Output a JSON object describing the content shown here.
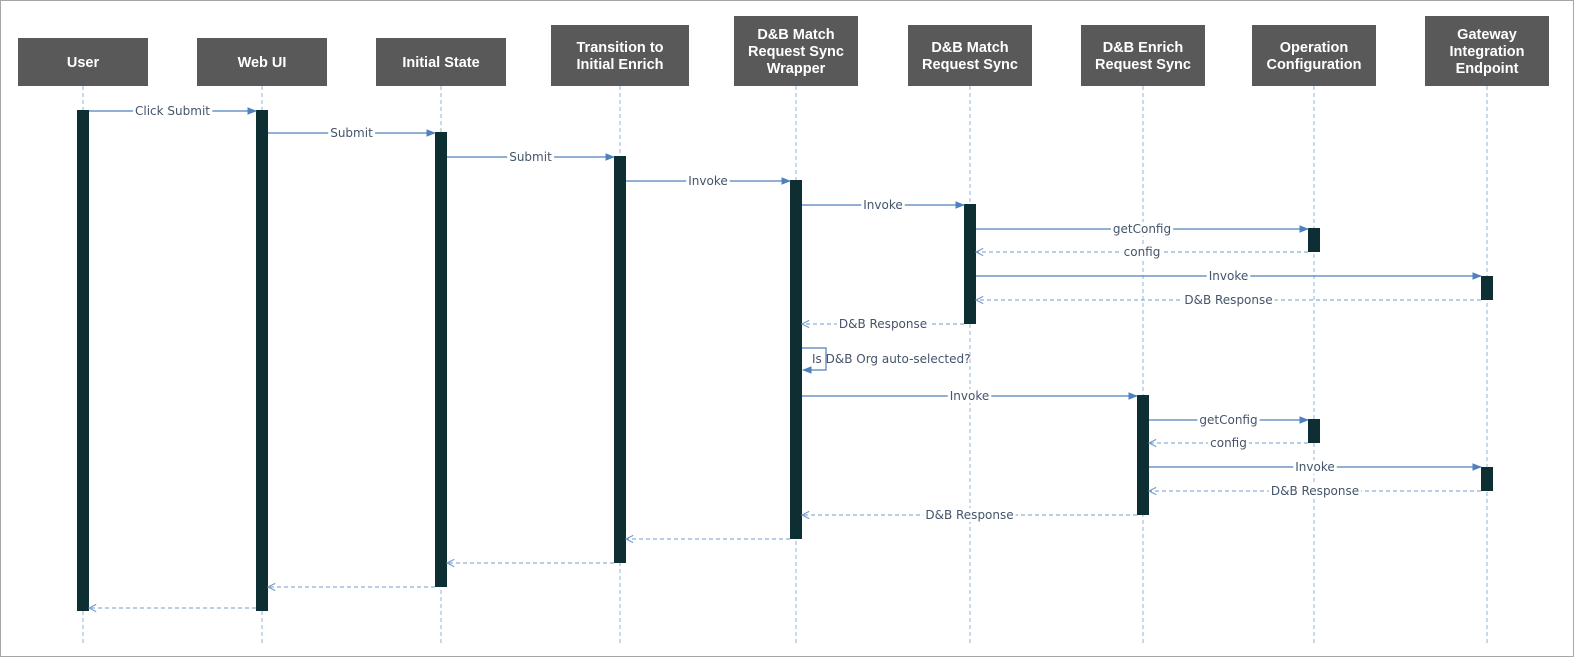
{
  "actors": [
    {
      "id": "user",
      "lines": [
        "User"
      ]
    },
    {
      "id": "webui",
      "lines": [
        "Web UI"
      ]
    },
    {
      "id": "initial",
      "lines": [
        "Initial State"
      ]
    },
    {
      "id": "transition",
      "lines": [
        "Transition to",
        "Initial Enrich"
      ]
    },
    {
      "id": "wrapper",
      "lines": [
        "D&B Match",
        "Request Sync",
        "Wrapper"
      ]
    },
    {
      "id": "match",
      "lines": [
        "D&B Match",
        "Request Sync"
      ]
    },
    {
      "id": "enrich",
      "lines": [
        "D&B Enrich",
        "Request Sync"
      ]
    },
    {
      "id": "opconfig",
      "lines": [
        "Operation",
        "Configuration"
      ]
    },
    {
      "id": "gateway",
      "lines": [
        "Gateway",
        "Integration",
        "Endpoint"
      ]
    }
  ],
  "messages": [
    {
      "id": "m1",
      "from": "user",
      "to": "webui",
      "label": "Click Submit",
      "kind": "call"
    },
    {
      "id": "m2",
      "from": "webui",
      "to": "initial",
      "label": "Submit",
      "kind": "call"
    },
    {
      "id": "m3",
      "from": "initial",
      "to": "transition",
      "label": "Submit",
      "kind": "call"
    },
    {
      "id": "m4",
      "from": "transition",
      "to": "wrapper",
      "label": "Invoke",
      "kind": "call"
    },
    {
      "id": "m5",
      "from": "wrapper",
      "to": "match",
      "label": "Invoke",
      "kind": "call"
    },
    {
      "id": "m6",
      "from": "match",
      "to": "opconfig",
      "label": "getConfig",
      "kind": "call"
    },
    {
      "id": "m7",
      "from": "opconfig",
      "to": "match",
      "label": "config",
      "kind": "return"
    },
    {
      "id": "m8",
      "from": "match",
      "to": "gateway",
      "label": "Invoke",
      "kind": "call"
    },
    {
      "id": "m9",
      "from": "gateway",
      "to": "match",
      "label": "D&B Response",
      "kind": "return"
    },
    {
      "id": "m10",
      "from": "match",
      "to": "wrapper",
      "label": "D&B Response",
      "kind": "return"
    },
    {
      "id": "m11",
      "from": "wrapper",
      "to": "wrapper",
      "label": "Is D&B Org auto-selected?",
      "kind": "self"
    },
    {
      "id": "m12",
      "from": "wrapper",
      "to": "enrich",
      "label": "Invoke",
      "kind": "call"
    },
    {
      "id": "m13",
      "from": "enrich",
      "to": "opconfig",
      "label": "getConfig",
      "kind": "call"
    },
    {
      "id": "m14",
      "from": "opconfig",
      "to": "enrich",
      "label": "config",
      "kind": "return"
    },
    {
      "id": "m15",
      "from": "enrich",
      "to": "gateway",
      "label": "Invoke",
      "kind": "call"
    },
    {
      "id": "m16",
      "from": "gateway",
      "to": "enrich",
      "label": "D&B Response",
      "kind": "return"
    },
    {
      "id": "m17",
      "from": "enrich",
      "to": "wrapper",
      "label": "D&B Response",
      "kind": "return"
    },
    {
      "id": "m18",
      "from": "wrapper",
      "to": "transition",
      "label": "",
      "kind": "return"
    },
    {
      "id": "m19",
      "from": "transition",
      "to": "initial",
      "label": "",
      "kind": "return"
    },
    {
      "id": "m20",
      "from": "initial",
      "to": "webui",
      "label": "",
      "kind": "return"
    },
    {
      "id": "m21",
      "from": "webui",
      "to": "user",
      "label": "",
      "kind": "return"
    }
  ],
  "colors": {
    "actor_box": "#595959",
    "activation": "#0d2e33",
    "message": "#4f81bd",
    "lifeline": "#8fb5d8",
    "label_text": "#44546a"
  }
}
